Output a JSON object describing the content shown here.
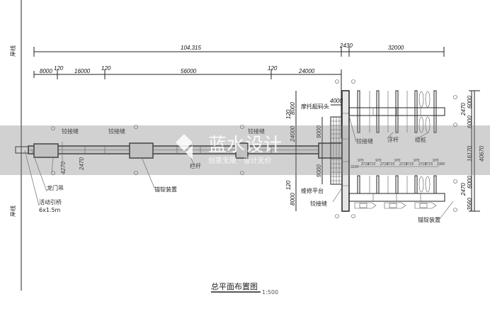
{
  "drawing": {
    "title": "总平面布置图",
    "scale": "1:500",
    "shoreline": "岸线"
  },
  "dimensions": {
    "top_total": "104,315",
    "top_gap": "2430",
    "top_right": "32000",
    "second_row": [
      "8000",
      "120",
      "16000",
      "120",
      "56000",
      "120",
      "24000"
    ],
    "dock_width": "4000",
    "left_vertical": [
      "8000",
      "120",
      "9000",
      "24000",
      "9000",
      "120",
      "8000"
    ],
    "right_vertical": [
      "6000",
      "2470",
      "6000",
      "16170",
      "6000",
      "2470",
      "3560"
    ],
    "right_total": "40670",
    "walkway_width": [
      "4270",
      "2470"
    ],
    "slip_spacing": [
      "970",
      "970",
      "970",
      "970",
      "970"
    ],
    "slip_widths": [
      "3100",
      "2715",
      "2715",
      "2715",
      "2715",
      "2715",
      "2715",
      "2715",
      "2715",
      "2300"
    ]
  },
  "labels": {
    "hinge_joint": "铰接缝",
    "moto_dock": "摩托艇码头",
    "maintenance_platform": "维修平台",
    "float_rod": "浮杆",
    "cleat": "缆桩",
    "railing": "栏杆",
    "anchor_device": "锚锭装置",
    "gantry_crane": "龙门吊",
    "gangway": "活动引桥",
    "gangway_size": "6x1.5m"
  },
  "watermark": {
    "brand": "蓝水设计",
    "slogan": "创意无限 · 设计无价"
  }
}
